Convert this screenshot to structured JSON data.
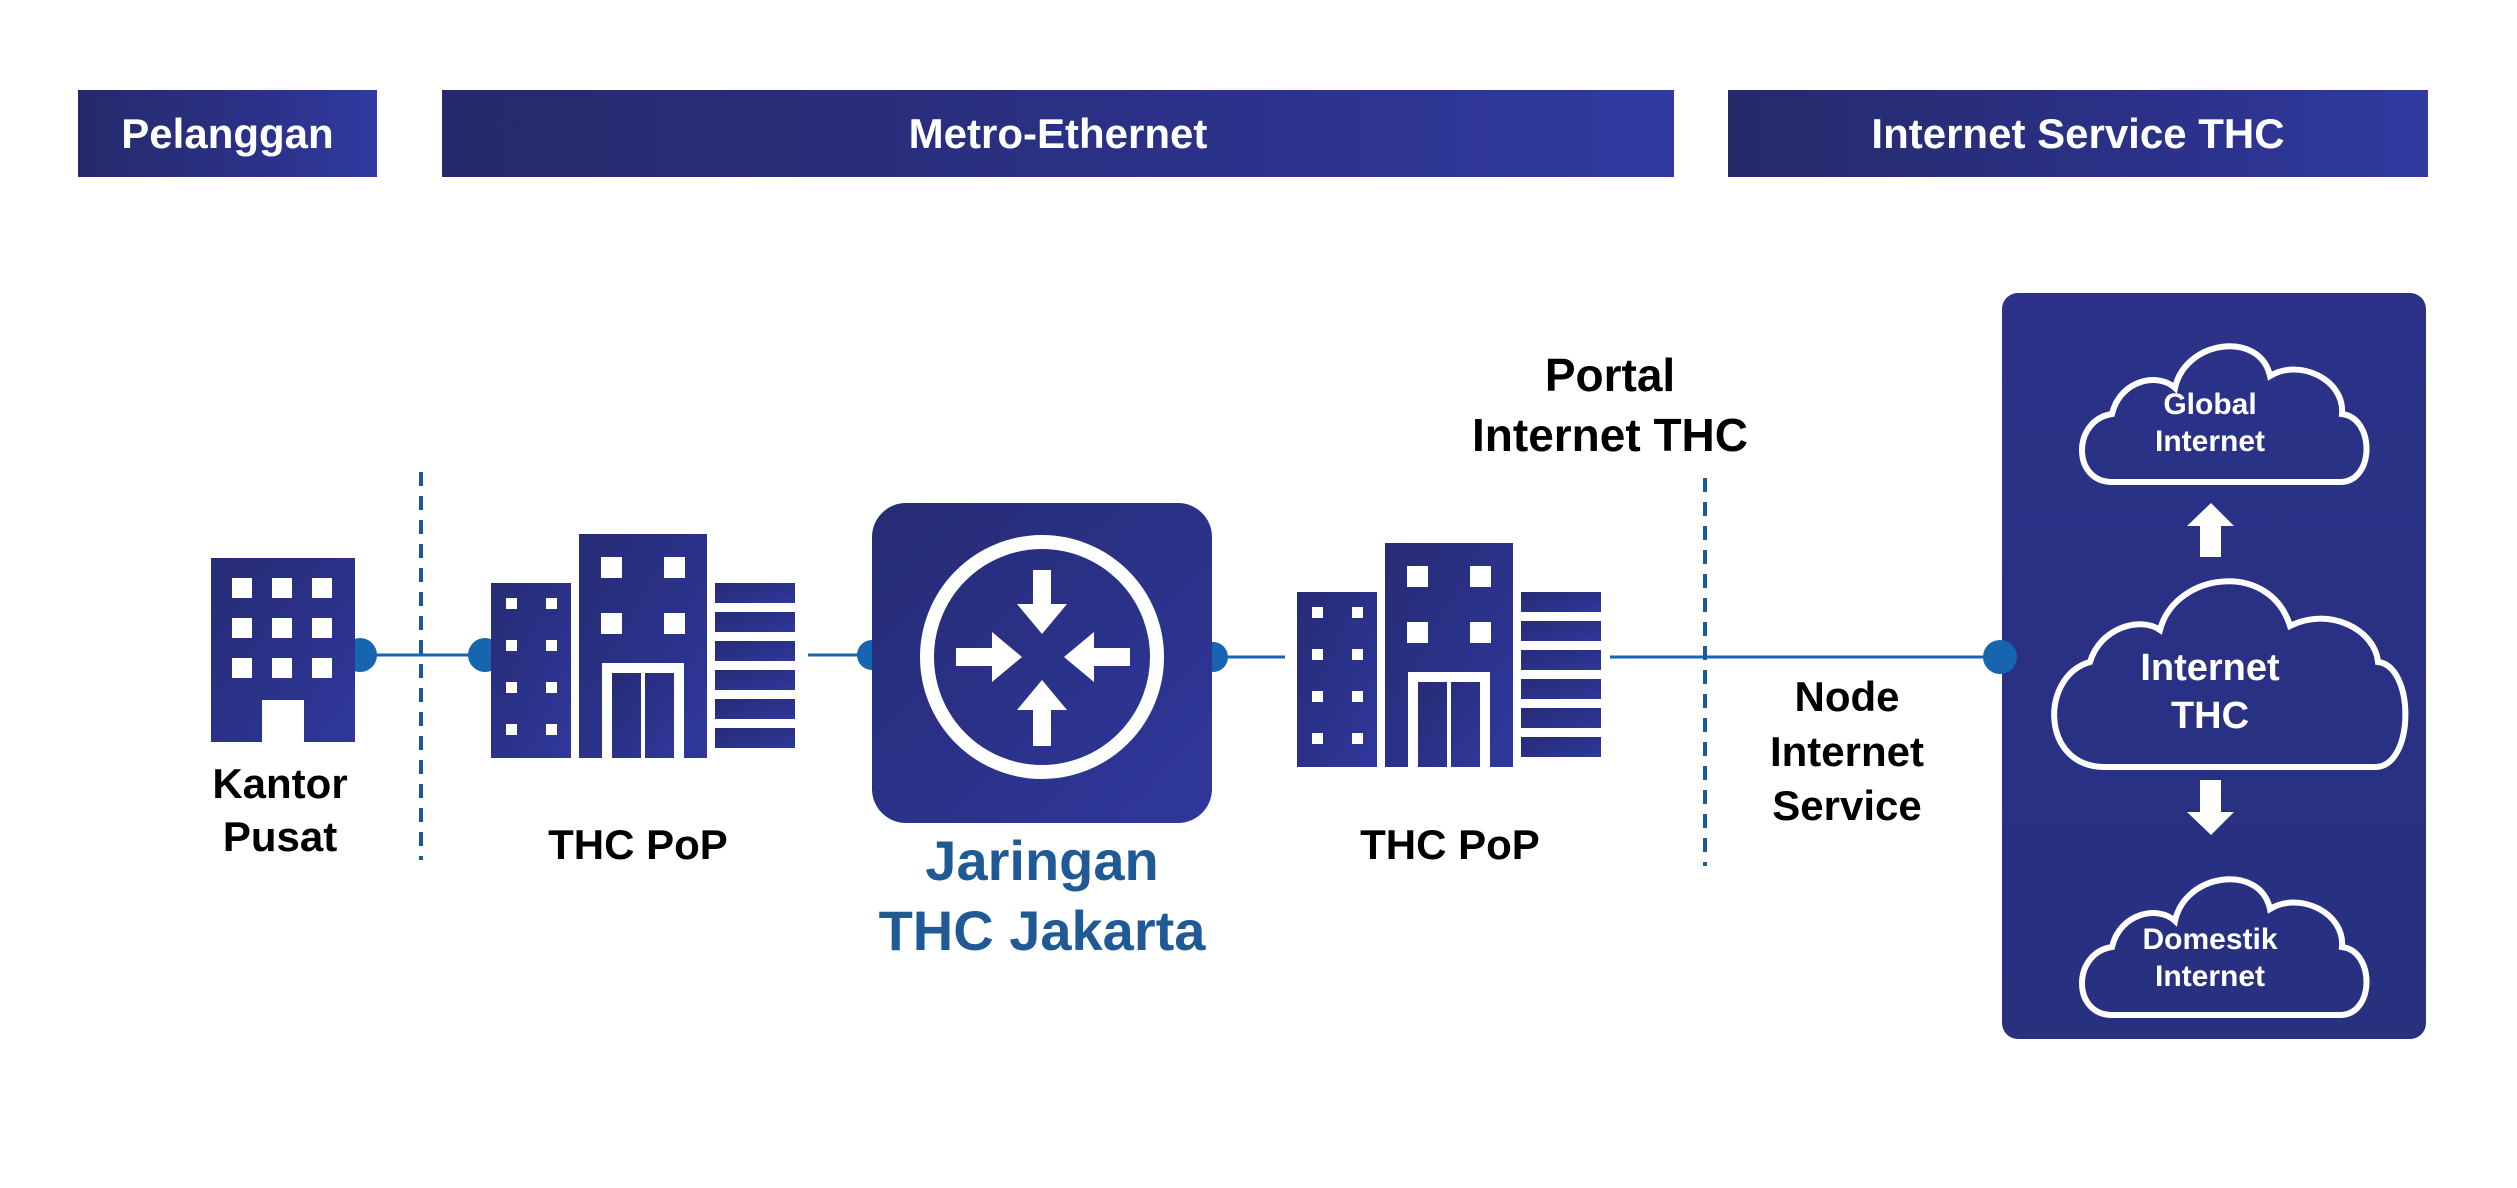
{
  "header": {
    "pelanggan": "Pelanggan",
    "metro_ethernet": "Metro-Ethernet",
    "internet_service": "Internet Service THC"
  },
  "nodes": {
    "kantor_pusat": [
      "Kantor",
      "Pusat"
    ],
    "thc_pop_left": "THC PoP",
    "router_caption": [
      "Jaringan",
      "THC Jakarta"
    ],
    "thc_pop_right": "THC PoP",
    "portal": [
      "Portal",
      "Internet THC"
    ],
    "node_internet_service": [
      "Node",
      "Internet",
      "Service"
    ]
  },
  "clouds": {
    "global": [
      "Global",
      "Internet"
    ],
    "internet_thc": [
      "Internet",
      "THC"
    ],
    "domestik": [
      "Domestik",
      "Internet"
    ]
  },
  "colors": {
    "navy": "#2b3188",
    "connector_blue": "#1565b0",
    "caption_blue": "#1f5a96"
  }
}
